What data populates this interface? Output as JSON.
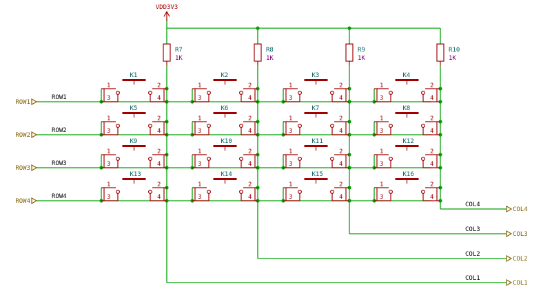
{
  "power": {
    "label": "VDD3V3"
  },
  "resistors": [
    {
      "ref": "R7",
      "value": "1K"
    },
    {
      "ref": "R8",
      "value": "1K"
    },
    {
      "ref": "R9",
      "value": "1K"
    },
    {
      "ref": "R10",
      "value": "1K"
    }
  ],
  "rows": [
    {
      "net": "ROW1",
      "port": "ROW1"
    },
    {
      "net": "ROW2",
      "port": "ROW2"
    },
    {
      "net": "ROW3",
      "port": "ROW3"
    },
    {
      "net": "ROW4",
      "port": "ROW4"
    }
  ],
  "cols": [
    {
      "net": "COL1",
      "port": "COL1"
    },
    {
      "net": "COL2",
      "port": "COL2"
    },
    {
      "net": "COL3",
      "port": "COL3"
    },
    {
      "net": "COL4",
      "port": "COL4"
    }
  ],
  "switches": [
    "K1",
    "K2",
    "K3",
    "K4",
    "K5",
    "K6",
    "K7",
    "K8",
    "K9",
    "K10",
    "K11",
    "K12",
    "K13",
    "K14",
    "K15",
    "K16"
  ],
  "pins": {
    "p1": "1",
    "p2": "2",
    "p3": "3",
    "p4": "4"
  },
  "colors": {
    "wire": "#00a000",
    "part": "#a00000",
    "ref": "#006060",
    "value": "#800080",
    "port": "#806000"
  }
}
